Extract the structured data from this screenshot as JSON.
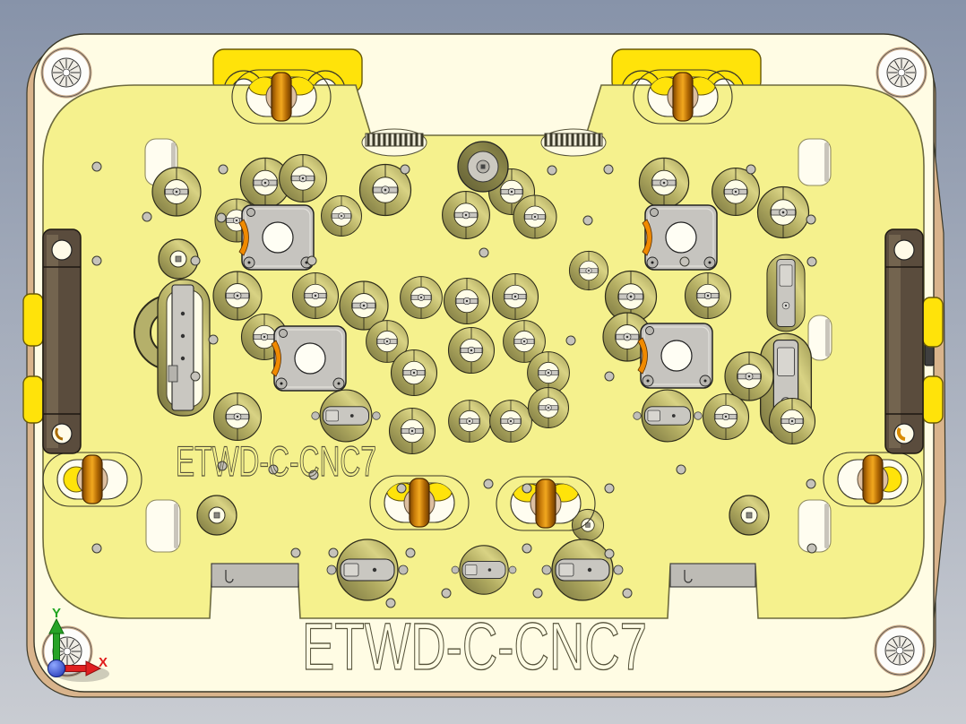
{
  "scene": {
    "type": "cad-3d-viewport",
    "part_name": "ETWD-C-CNC7"
  },
  "engravings": {
    "center": "ETWD-C-CNC7",
    "bottom": "ETWD-C-CNC7"
  },
  "triad": {
    "x_label": "X",
    "y_label": "Y"
  },
  "colors": {
    "background_top": "#8793a9",
    "background_bottom": "#c9ccd2",
    "base_plate": "#fffce4",
    "base_plate_side": "#d9b48c",
    "fixture_plate": "#f5f18d",
    "outline": "#3a3828",
    "clamp_yellow": "#ffe30a",
    "boss_olive_light": "#d9d384",
    "boss_olive_dark": "#77733f",
    "boss_center": "#fffde8",
    "steel_gray": "#c9c7c1",
    "clamp_orange": "#e88d12",
    "rail_brown": "#5a4c3d",
    "pocket_cream": "#fffdf0",
    "engraving_line": "#55523a",
    "axis_x_red": "#e01b1b",
    "axis_y_green": "#1ea41e",
    "axis_z_blue": "#2742d8"
  }
}
